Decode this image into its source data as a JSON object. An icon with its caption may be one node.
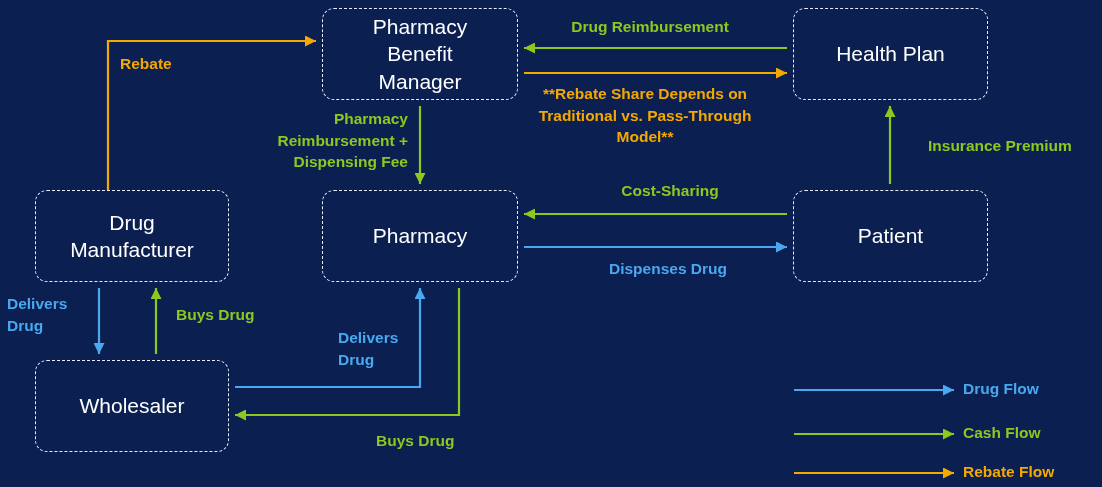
{
  "diagram": {
    "nodes": [
      {
        "text": [
          "Pharmacy Benefit Manager"
        ]
      },
      {
        "text": [
          "Health Plan"
        ]
      },
      {
        "text": [
          "Drug Manufacturer"
        ]
      },
      {
        "text": [
          "Pharmacy"
        ]
      },
      {
        "text": [
          "Patient"
        ]
      },
      {
        "text": [
          "Wholesaler"
        ]
      }
    ],
    "edges": [
      {
        "from": 2,
        "to": 0,
        "arrow": "to",
        "label": "Rebate",
        "color": "#f5a800"
      },
      {
        "from": 1,
        "to": 0,
        "arrow": "to",
        "label": "Drug Reimbursement"
      },
      {
        "from": 0,
        "to": 1,
        "arrow": "to",
        "label": "**Rebate Share Depends on Traditional vs. Pass-Through Model**",
        "color": "#f5a800"
      },
      {
        "from": 0,
        "to": 3,
        "arrow": "to",
        "label": "Pharmacy Reimbursement + Dispensing Fee"
      },
      {
        "from": 4,
        "to": 3,
        "arrow": "to",
        "label": "Cost-Sharing"
      },
      {
        "from": 3,
        "to": 4,
        "arrow": "to",
        "label": "Dispenses Drug",
        "color": "#4aa8f0"
      },
      {
        "from": 4,
        "to": 1,
        "arrow": "to",
        "label": "Insurance Premium"
      },
      {
        "from": 2,
        "to": 5,
        "arrow": "to",
        "label": "Delivers Drug",
        "color": "#4aa8f0"
      },
      {
        "from": 5,
        "to": 2,
        "arrow": "to",
        "label": "Buys Drug"
      },
      {
        "from": 5,
        "to": 3,
        "arrow": "to",
        "label": "Delivers Drug",
        "color": "#4aa8f0"
      },
      {
        "from": 3,
        "to": 5,
        "arrow": "to",
        "label": "Buys Drug"
      }
    ],
    "legend": [
      {
        "text": "Drug Flow",
        "color": "#4aa8f0"
      },
      {
        "text": "Cash Flow",
        "color": "#8cc81e"
      },
      {
        "text": "Rebate Flow",
        "color": "#f5a800"
      }
    ]
  }
}
